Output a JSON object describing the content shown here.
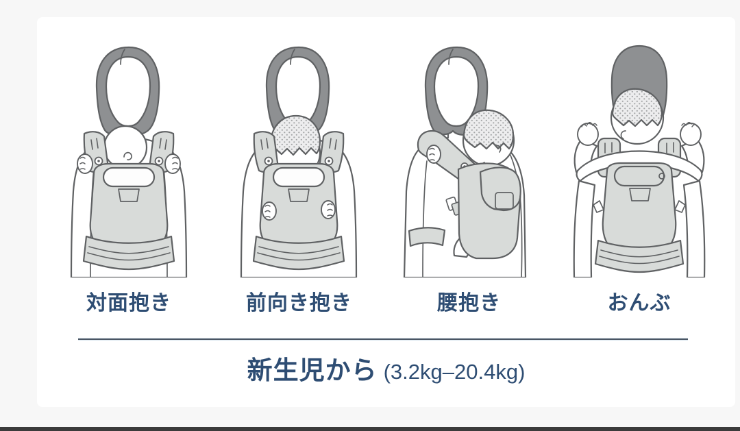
{
  "page": {
    "colors": {
      "background": "#f7f7f7",
      "card": "#ffffff",
      "bottom_bar": "#3b3b3b",
      "text": "#2e4d73",
      "divider": "#4a5663",
      "outline": "#5f6163",
      "hair": "#8e9092",
      "carrier": "#d8dbd9",
      "skin": "#ffffff"
    }
  },
  "positions": [
    {
      "name": "face-to-face-carry",
      "label": "対面抱き",
      "icon": "mother-front-baby-facing-in-illustration"
    },
    {
      "name": "forward-facing-carry",
      "label": "前向き抱き",
      "icon": "mother-front-baby-facing-out-illustration"
    },
    {
      "name": "hip-carry",
      "label": "腰抱き",
      "icon": "mother-hip-baby-illustration"
    },
    {
      "name": "back-carry",
      "label": "おんぶ",
      "icon": "mother-back-baby-illustration"
    }
  ],
  "caption": {
    "main": "新生児から",
    "detail": "(3.2kg–20.4kg)"
  }
}
